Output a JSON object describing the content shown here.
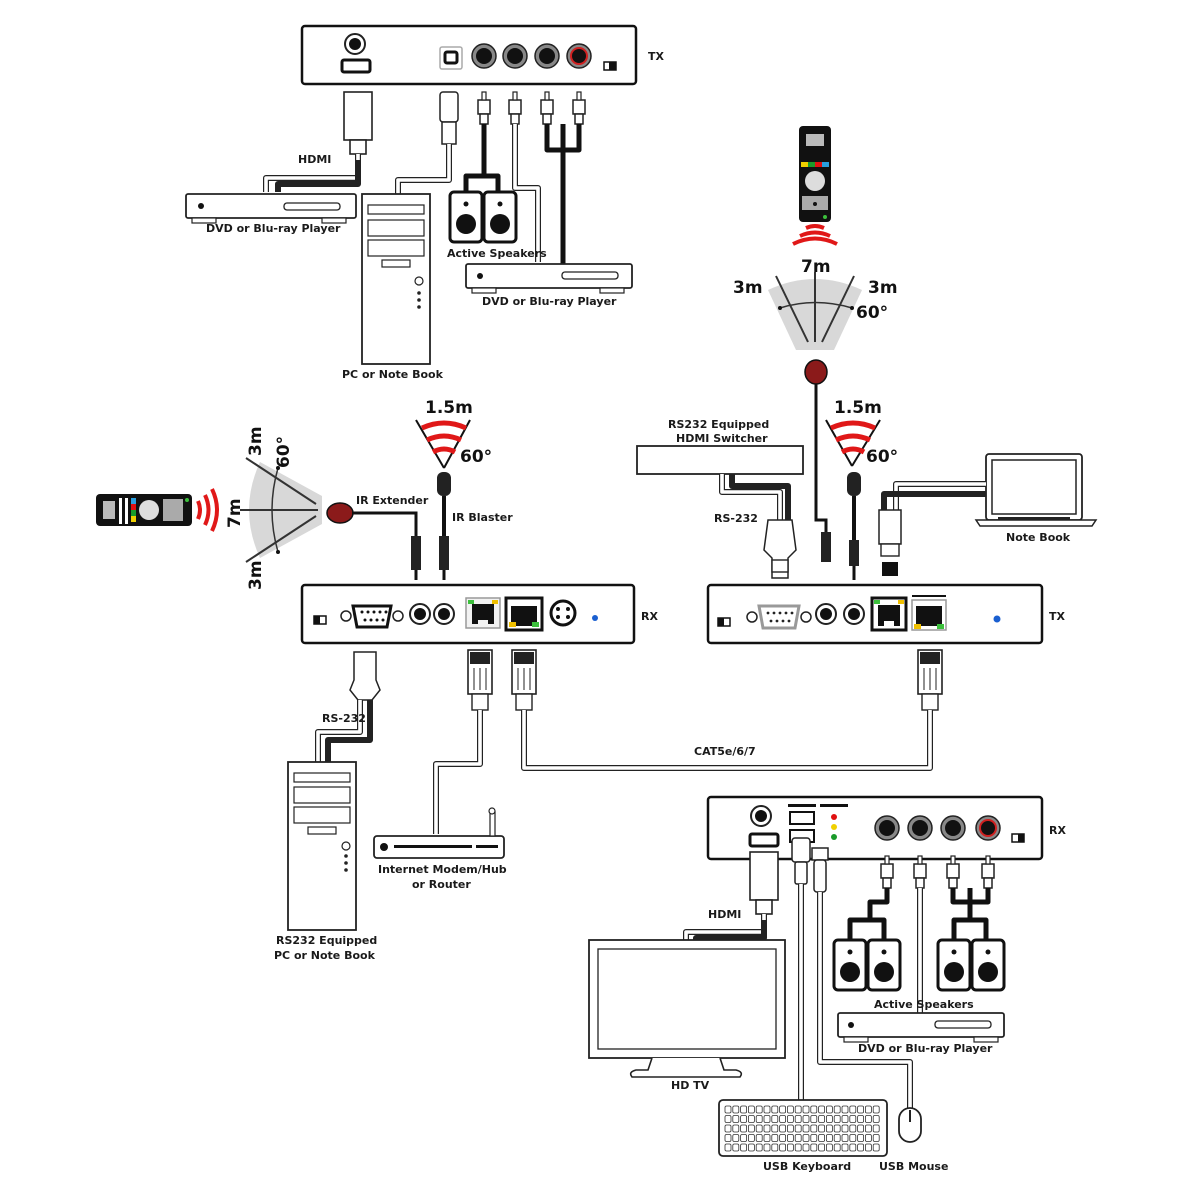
{
  "diagram": {
    "title": "HDMI / KVM over CAT5e/6/7 extender connection diagram",
    "units": {
      "top_tx": {
        "tag": "TX"
      },
      "left_rx": {
        "tag": "RX"
      },
      "right_tx": {
        "tag": "TX"
      },
      "bottom_rx": {
        "tag": "RX"
      }
    },
    "labels": {
      "hdmi_top": "HDMI",
      "dvd_top_left": "DVD or Blu-ray Player",
      "pc_top": "PC or Note Book",
      "speakers_top": "Active Speakers",
      "dvd_top_right": "DVD or Blu-ray Player",
      "ir_range_top_center": "7m",
      "ir_range_top_left": "3m",
      "ir_range_top_right": "3m",
      "ir_angle_top": "60°",
      "ir_range_left_center": "7m",
      "ir_range_left_top": "3m",
      "ir_range_left_bottom": "3m",
      "ir_angle_left": "60°",
      "blaster_left_range": "1.5m",
      "blaster_left_angle": "60°",
      "blaster_right_range": "1.5m",
      "blaster_right_angle": "60°",
      "ir_extender": "IR Extender",
      "ir_blaster": "IR Blaster",
      "rs232_switcher_line1": "RS232 Equipped",
      "rs232_switcher_line2": "HDMI Switcher",
      "rs232_right": "RS-232",
      "notebook": "Note Book",
      "rs232_left": "RS-232",
      "cat_cable": "CAT5e/6/7",
      "pc_bottom_line1": "RS232 Equipped",
      "pc_bottom_line2": "PC or Note Book",
      "router_line1": "Internet Modem/Hub",
      "router_line2": "or Router",
      "hdmi_bottom": "HDMI",
      "hdtv": "HD TV",
      "speakers_bottom": "Active Speakers",
      "dvd_bottom": "DVD or Blu-ray Player",
      "usb_keyboard": "USB Keyboard",
      "usb_mouse": "USB Mouse"
    },
    "colors": {
      "ir_red": "#e01818",
      "ir_receiver": "#8b1a1a",
      "led_red": "#e01010",
      "led_yellow": "#f0d000",
      "led_green": "#1a9a2a",
      "power_led_blue": "#1a5fd0",
      "rj45_led_green": "#3cc03c",
      "rj45_led_yellow": "#f0c000",
      "ir_fan_gray": "#d8d8d8"
    }
  }
}
